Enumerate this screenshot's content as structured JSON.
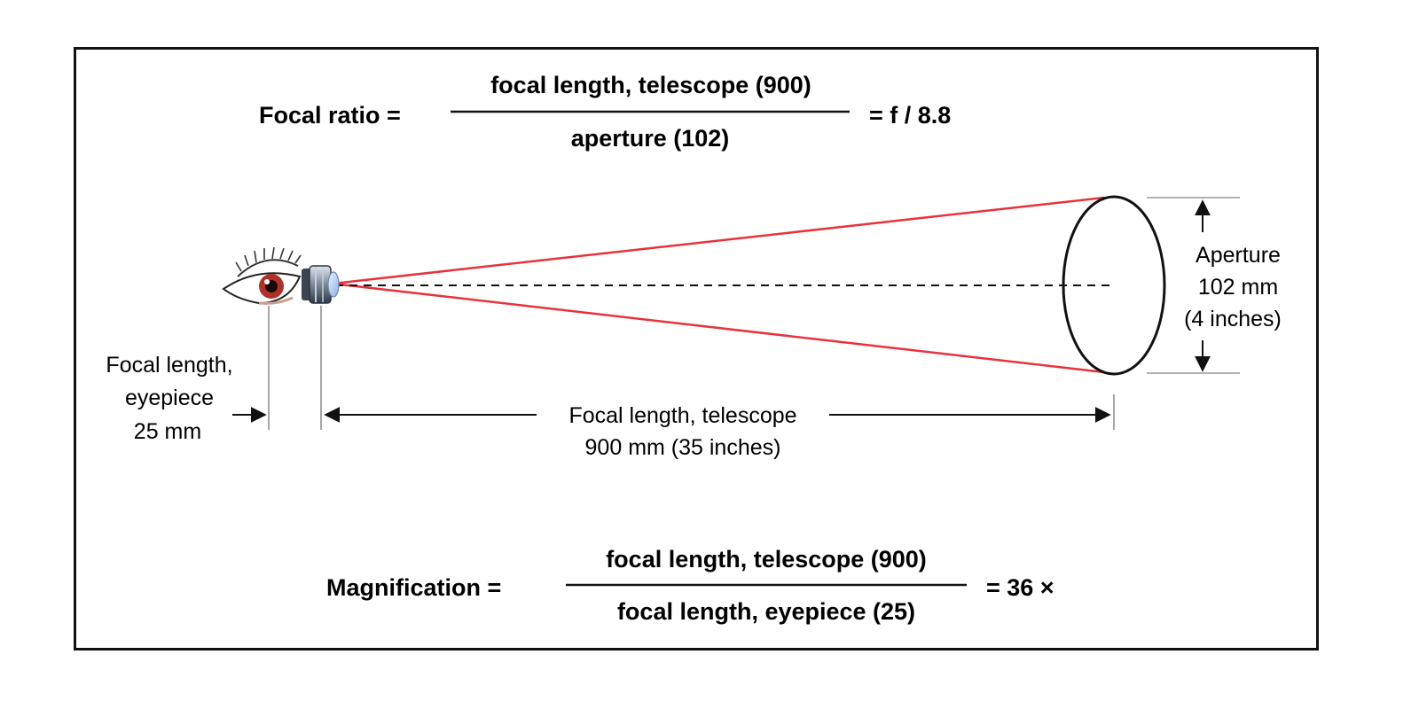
{
  "focal_ratio": {
    "label": "Focal ratio =",
    "numerator": "focal length, telescope (900)",
    "denominator": "aperture (102)",
    "result": "= f / 8.8"
  },
  "magnification": {
    "label": "Magnification =",
    "numerator": "focal length, telescope (900)",
    "denominator": "focal length, eyepiece (25)",
    "result": "= 36 ×"
  },
  "eyepiece_label": {
    "line1": "Focal length,",
    "line2": "eyepiece",
    "line3": "25 mm"
  },
  "telescope_label": {
    "line1": "Focal length, telescope",
    "line2": "900 mm (35 inches)"
  },
  "aperture_label": {
    "line1": "Aperture",
    "line2": "102 mm",
    "line3": "(4 inches)"
  },
  "colors": {
    "ray": "#e8323c",
    "ink": "#111111",
    "iris": "#b0302a"
  },
  "icons": [
    "eye-icon",
    "eyepiece-icon"
  ]
}
